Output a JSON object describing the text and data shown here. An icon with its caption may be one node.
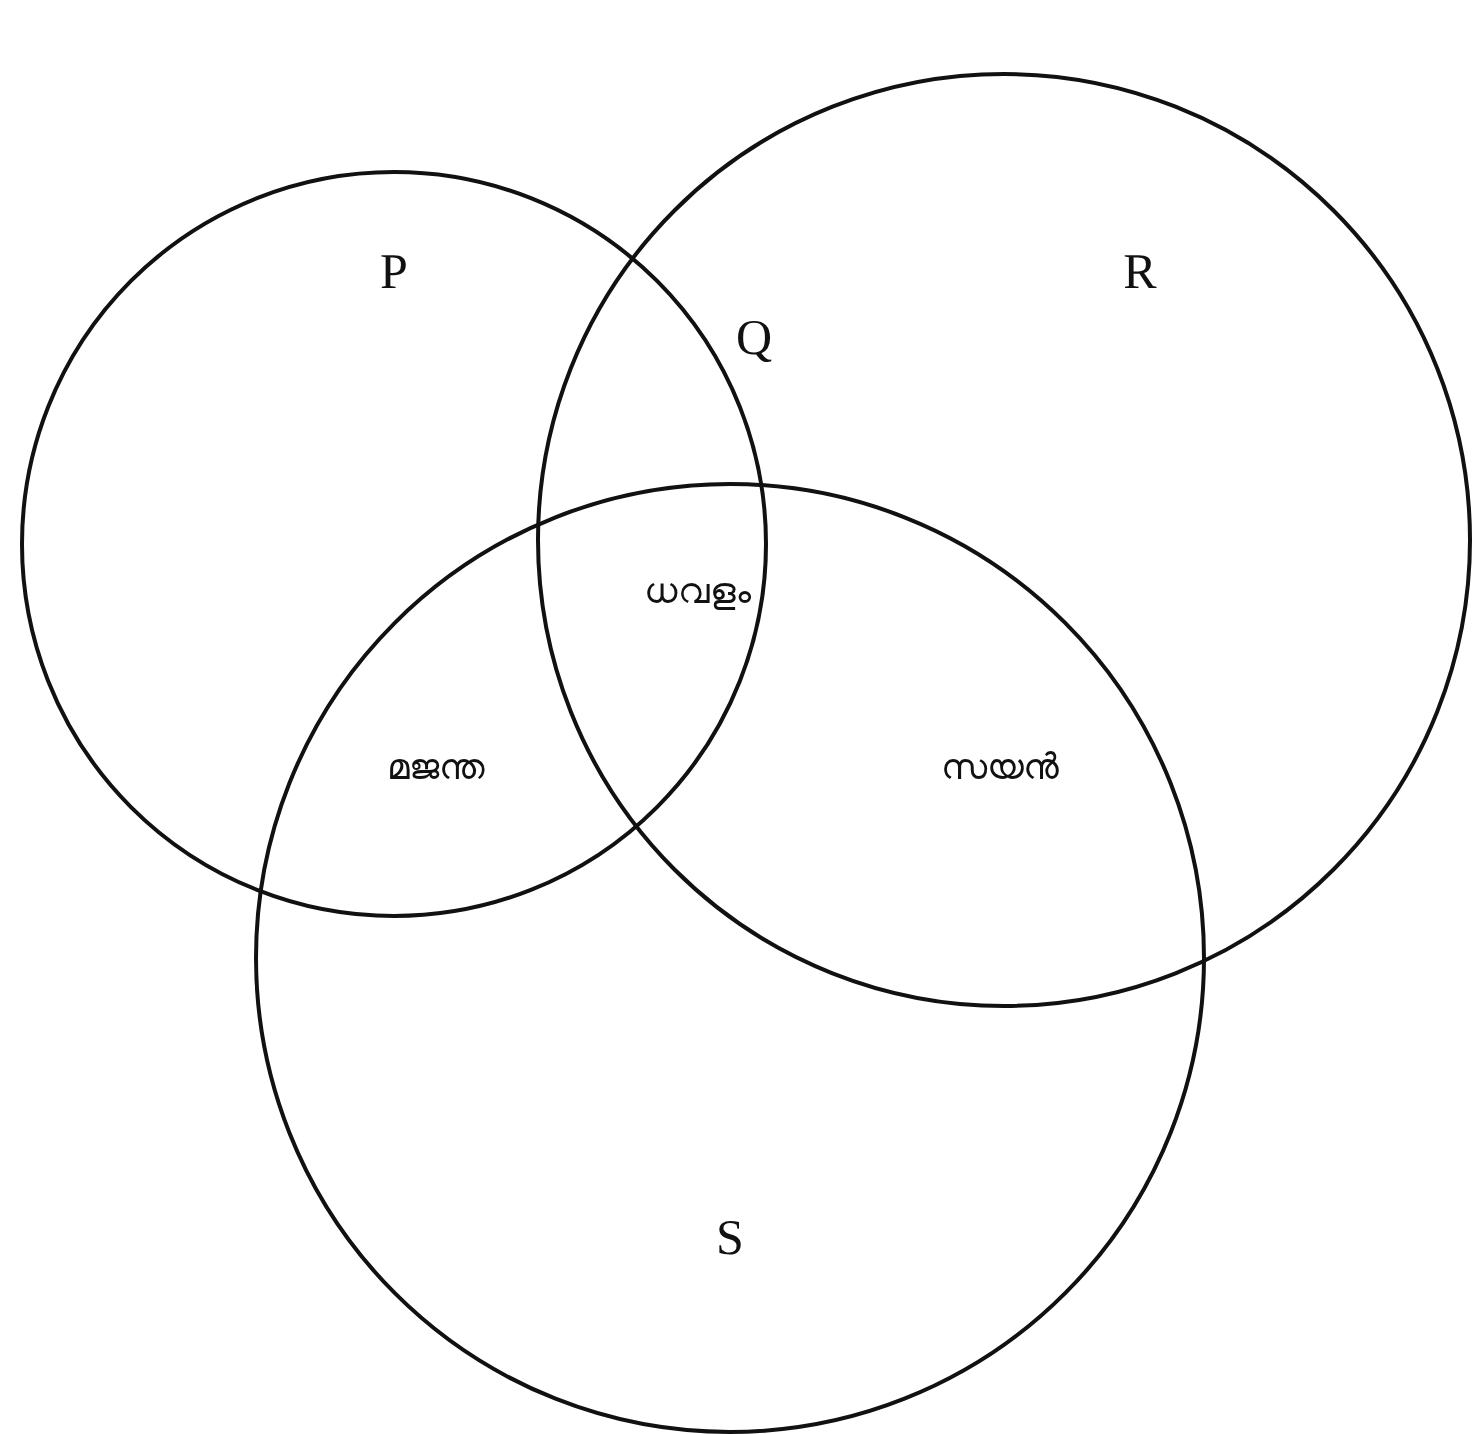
{
  "diagram": {
    "nodes": [
      {
        "text": [
          "P"
        ]
      },
      {
        "text": [
          "R"
        ]
      },
      {
        "text": [
          "S"
        ]
      }
    ],
    "labels": [
      "Q",
      "ധവളം",
      "മജന്ത",
      "സയൻ"
    ]
  }
}
